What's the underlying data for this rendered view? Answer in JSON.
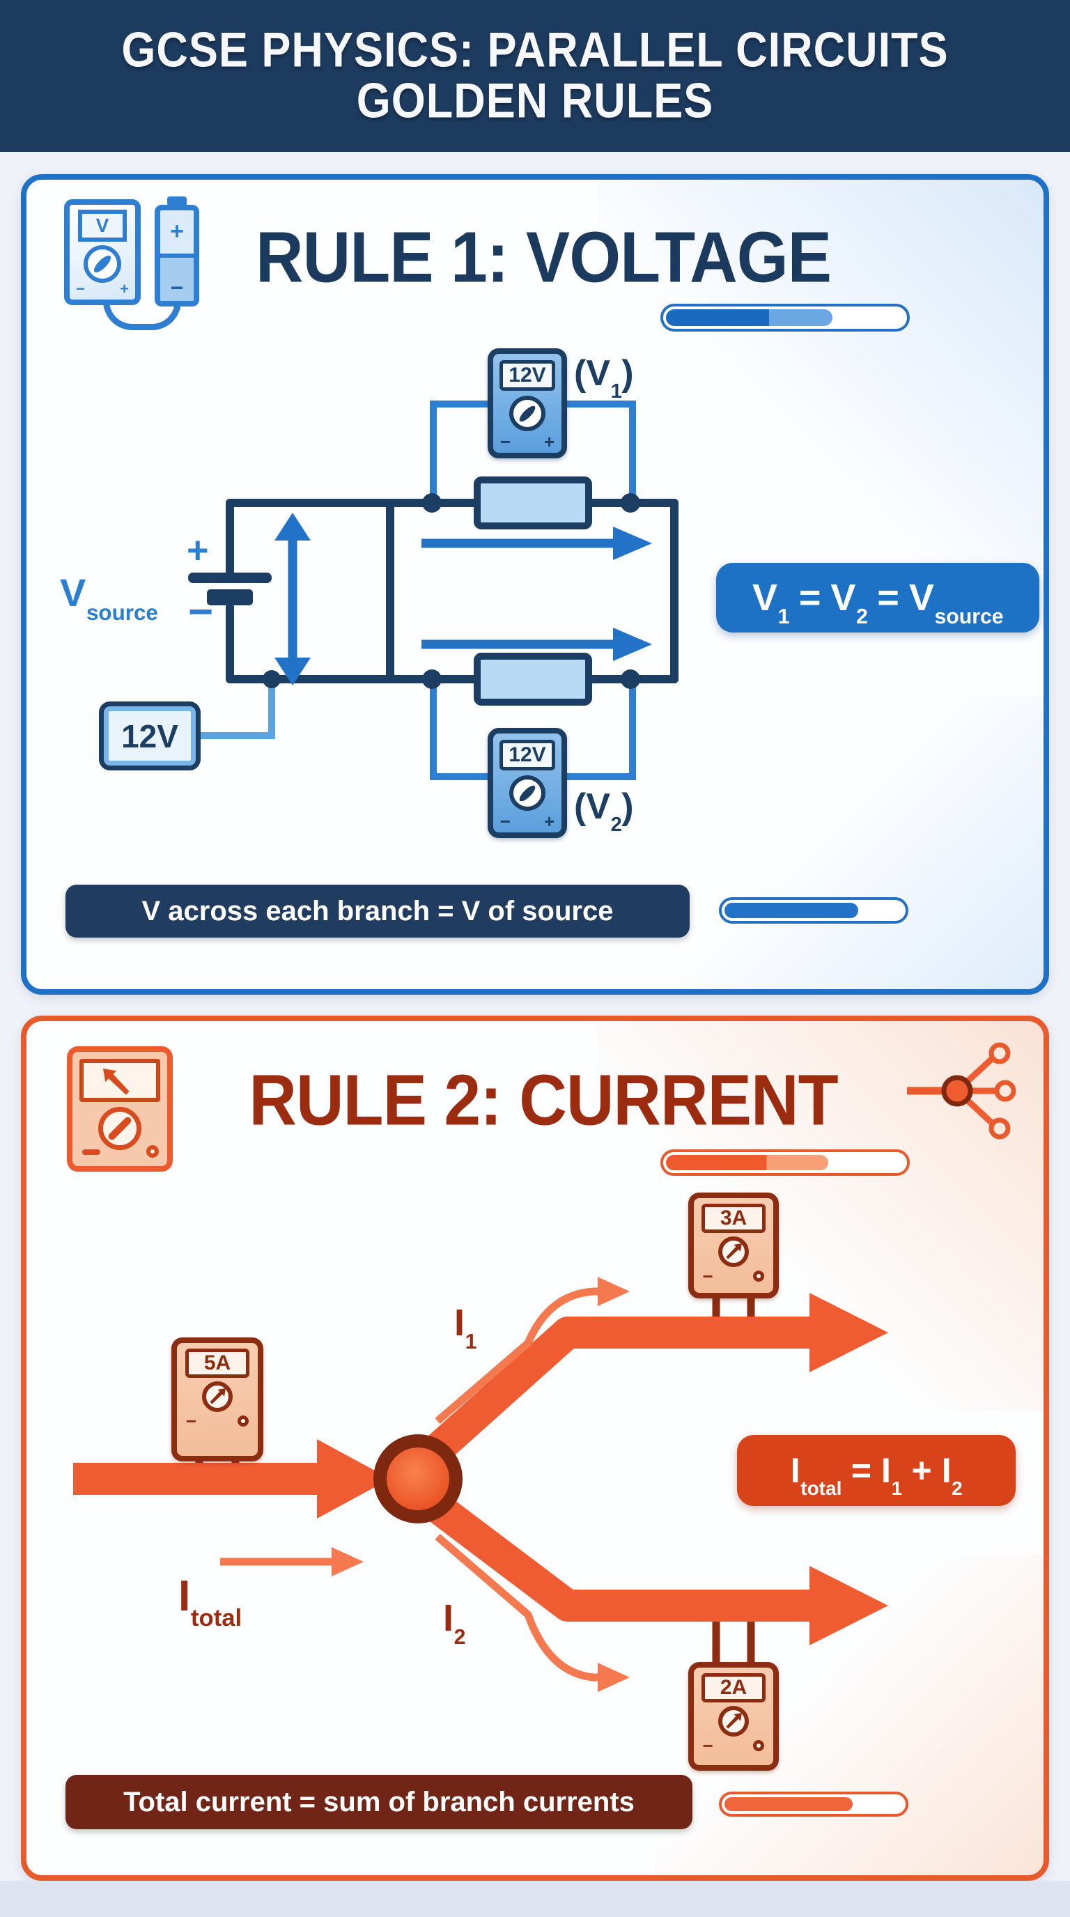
{
  "colors": {
    "header_bg": "#1d3b5e",
    "panel1_accent": "#1f71c8",
    "wire_navy": "#1d3e63",
    "blue": "#2b7fd0",
    "arrow_blue": "#2273c8",
    "resistor_fill": "#b8daf4",
    "formula1_bg": "#1e72c6",
    "caption1_bg": "#203d61",
    "panel2_accent": "#e8592c",
    "wire_orange": "#f05c32",
    "orange_light": "#f4794e",
    "dark_red_text": "#9c2c10",
    "meter_border": "#8c2c10",
    "formula2_bg": "#d8431a",
    "caption2_bg": "#702516"
  },
  "header": {
    "line1": "GCSE PHYSICS: PARALLEL CIRCUITS",
    "line2": "GOLDEN RULES"
  },
  "rule1": {
    "title": "RULE 1: VOLTAGE",
    "progress_header_pct": 70,
    "progress_footer_pct": 75,
    "icon": {
      "display": "V",
      "battery_plus": "+",
      "battery_minus": "−"
    },
    "circuit": {
      "v1_meter": {
        "value": "12V",
        "minus": "−",
        "plus": "+"
      },
      "v2_meter": {
        "value": "12V",
        "minus": "−",
        "plus": "+"
      },
      "v1_tag": {
        "open": "(",
        "sym": "V",
        "sub": "1",
        "close": ")"
      },
      "v2_tag": {
        "open": "(",
        "sym": "V",
        "sub": "2",
        "close": ")"
      },
      "source_label": {
        "sym": "V",
        "sub": "source"
      },
      "battery": {
        "plus": "+",
        "minus": "−"
      },
      "supply_badge": "12V"
    },
    "formula": {
      "t1": "V",
      "s1": "1",
      "e1": "=",
      "t2": "V",
      "s2": "2",
      "e2": "=",
      "t3": "V",
      "s3": "source"
    },
    "caption": "V across each branch = V of source"
  },
  "rule2": {
    "title": "RULE 2: CURRENT",
    "progress_header_pct": 68,
    "progress_footer_pct": 72,
    "meters": {
      "total": {
        "value": "5A",
        "minus": "−"
      },
      "branch1": {
        "value": "3A",
        "minus": "−"
      },
      "branch2": {
        "value": "2A",
        "minus": "−"
      }
    },
    "tags": {
      "total": {
        "sym": "I",
        "sub": "total"
      },
      "i1": {
        "sym": "I",
        "sub": "1"
      },
      "i2": {
        "sym": "I",
        "sub": "2"
      }
    },
    "formula": {
      "t1": "I",
      "s1": "total",
      "e": "=",
      "t2": "I",
      "s2": "1",
      "p": "+",
      "t3": "I",
      "s3": "2"
    },
    "caption": "Total current = sum of branch currents"
  }
}
